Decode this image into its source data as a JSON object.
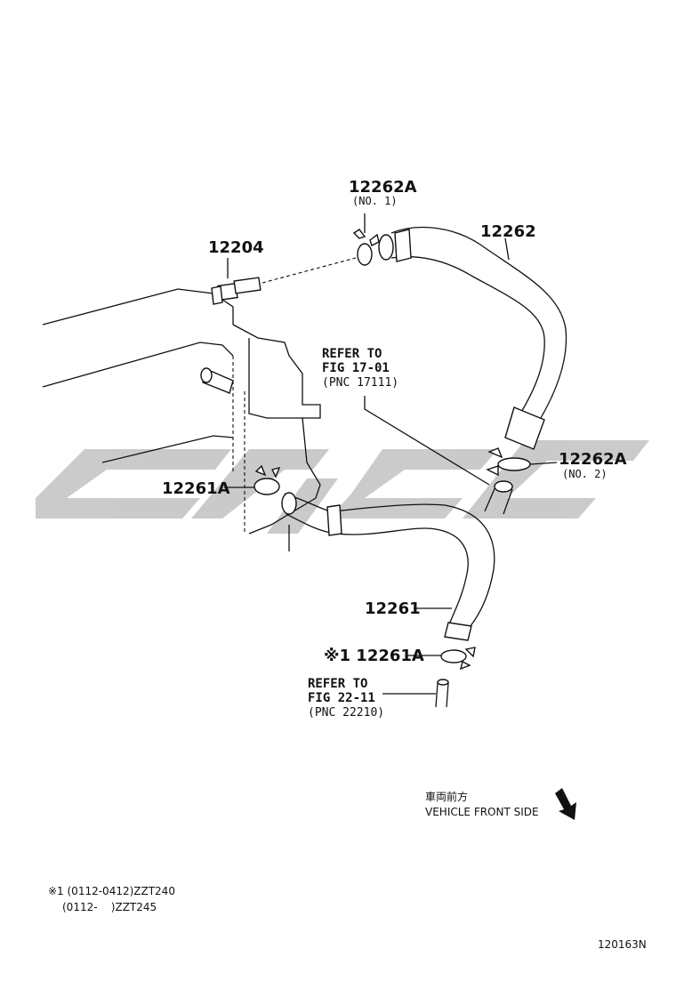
{
  "parts": {
    "p12262a_no1": "12262A",
    "p12262a_no1_sub": "(NO. 1)",
    "p12262": "12262",
    "p12204": "12204",
    "p12262a_no2": "12262A",
    "p12262a_no2_sub": "(NO. 2)",
    "p12261a_left": "12261A",
    "p12261": "12261",
    "p12261a_marked": "※1 12261A"
  },
  "refs": {
    "ref1_line1": "REFER TO",
    "ref1_line2": "FIG 17-01",
    "ref1_line3": "(PNC 17111)",
    "ref2_line1": "REFER TO",
    "ref2_line2": "FIG 22-11",
    "ref2_line3": "(PNC 22210)"
  },
  "direction": {
    "jp": "車両前方",
    "en": "VEHICLE FRONT SIDE"
  },
  "footnote": {
    "line1": "※1 (0112-0412)ZZT240",
    "line2": "(0112-    )ZZT245"
  },
  "figure_id": "120163N",
  "colors": {
    "watermark": "#c8c8c8",
    "ink": "#111111"
  }
}
